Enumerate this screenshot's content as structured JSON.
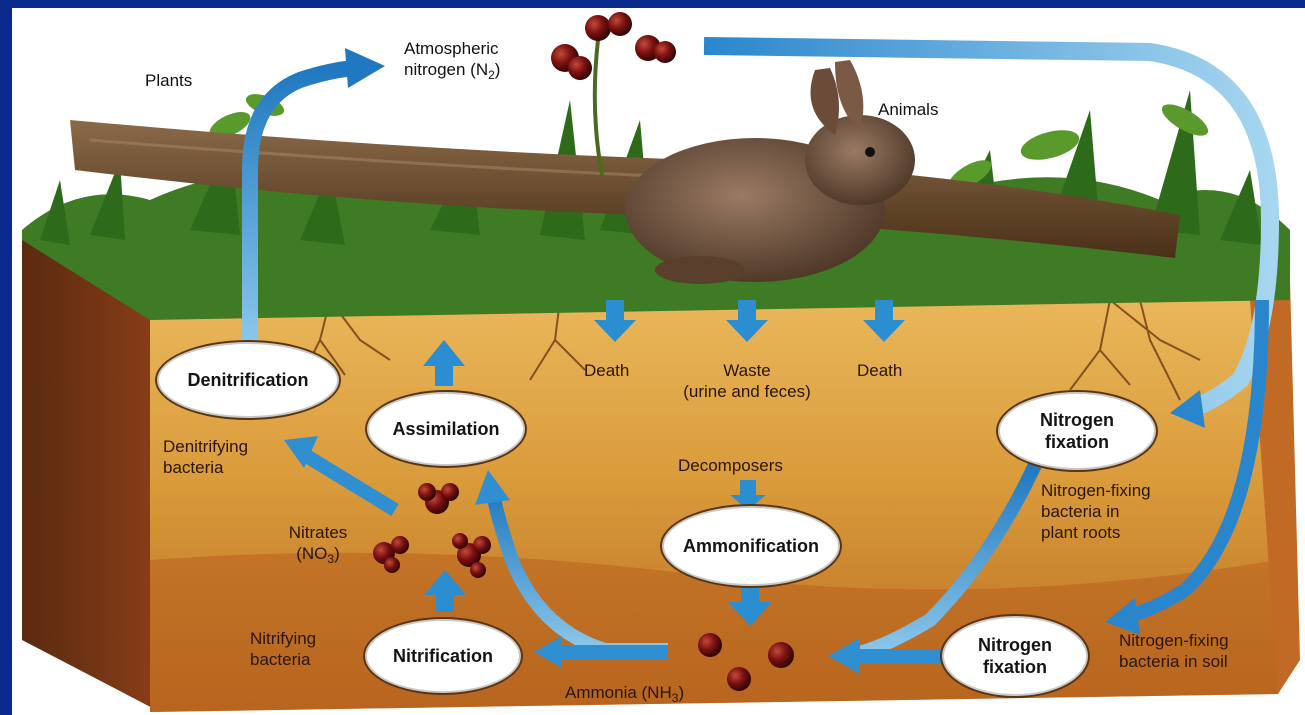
{
  "labels": {
    "plants": "Plants",
    "atmospheric_line1": "Atmospheric",
    "atmospheric_line2": "nitrogen (N",
    "atmospheric_sub": "2",
    "atmospheric_close": ")",
    "animals": "Animals",
    "death_left": "Death",
    "waste_line1": "Waste",
    "waste_line2": "(urine and feces)",
    "death_right": "Death",
    "decomposers": "Decomposers",
    "denitrifying_line1": "Denitrifying",
    "denitrifying_line2": "bacteria",
    "nitrates_line1": "Nitrates",
    "nitrates_line2": "(NO",
    "nitrates_sub": "3",
    "nitrates_close": ")",
    "nitrifying_line1": "Nitrifying",
    "nitrifying_line2": "bacteria",
    "ammonia": "Ammonia (NH",
    "ammonia_sub": "3",
    "ammonia_close": ")",
    "nfix_roots_line1": "Nitrogen-fixing",
    "nfix_roots_line2": "bacteria in",
    "nfix_roots_line3": "plant roots",
    "nfix_soil_line1": "Nitrogen-fixing",
    "nfix_soil_line2": "bacteria in soil"
  },
  "processes": {
    "denitrification": "Denitrification",
    "assimilation": "Assimilation",
    "ammonification": "Ammonification",
    "nitrification": "Nitrification",
    "nfix_upper_line1": "Nitrogen",
    "nfix_upper_line2": "fixation",
    "nfix_lower_line1": "Nitrogen",
    "nfix_lower_line2": "fixation"
  },
  "colors": {
    "background": "#0a2a8c",
    "arrow": "#2f8fd0",
    "soil": "#d8a040",
    "molecule": "#6a0e0e"
  }
}
